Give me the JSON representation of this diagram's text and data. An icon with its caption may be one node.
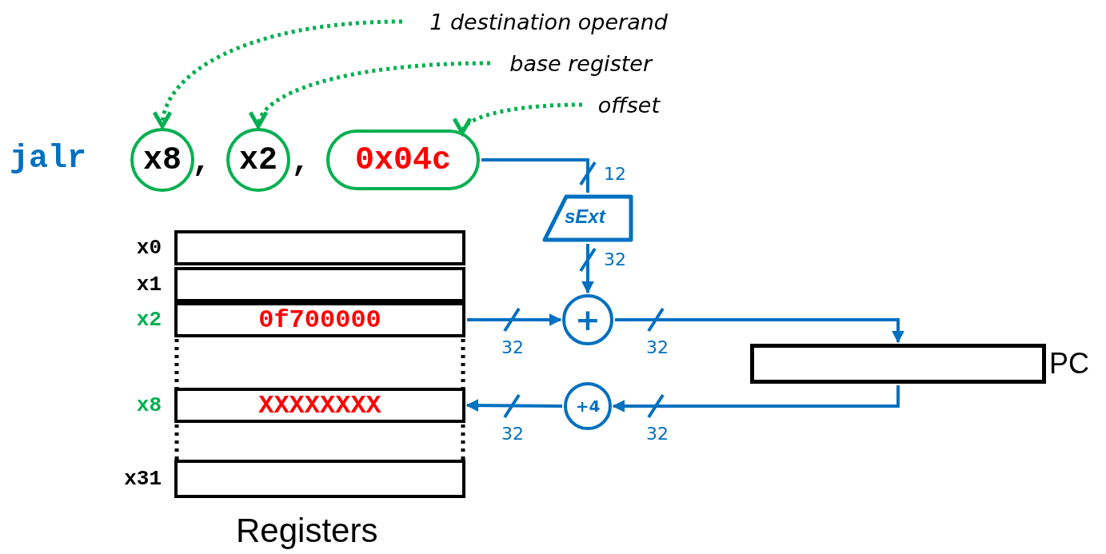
{
  "diagram": {
    "nodes": [
      {
        "text": [
          "1 destination operand"
        ]
      },
      {
        "text": [
          "base register"
        ]
      },
      {
        "text": [
          "offset"
        ]
      },
      {
        "text": [
          "x8"
        ]
      },
      {
        "text": [
          "x2"
        ]
      },
      {
        "text": [
          "0x04c"
        ]
      },
      {
        "text": [
          "sExt"
        ]
      },
      {
        "text": [
          "Registers"
        ]
      },
      {
        "text": [],
        "shape": "box",
        "beside": [
          "x0"
        ],
        "in": 7
      },
      {
        "text": [],
        "shape": "box",
        "beside": [
          "x1"
        ],
        "in": 7
      },
      {
        "text": [
          "0f700000"
        ],
        "beside": [
          "x2"
        ],
        "in": 7
      },
      {
        "text": [
          "XXXXXXXX"
        ],
        "beside": [
          "x8"
        ],
        "in": 7
      },
      {
        "text": [],
        "shape": "box",
        "beside": [
          "x31"
        ],
        "in": 7
      },
      {
        "text": [
          "+"
        ]
      },
      {
        "text": [
          "PC"
        ]
      },
      {
        "text": [
          "+4"
        ]
      }
    ],
    "edges": [
      {
        "from": 0,
        "to": 3,
        "arrow": "to",
        "style": "dashed",
        "color": "#00b050"
      },
      {
        "from": 1,
        "to": 4,
        "arrow": "to",
        "style": "dashed",
        "color": "#00b050"
      },
      {
        "from": 2,
        "to": 5,
        "arrow": "to",
        "style": "dashed",
        "color": "#00b050"
      },
      {
        "from": 5,
        "to": 6,
        "arrow": "none",
        "label": "12"
      },
      {
        "from": 6,
        "to": 13,
        "arrow": "to",
        "label": "32"
      },
      {
        "from": 10,
        "to": 13,
        "arrow": "to",
        "label": "32"
      },
      {
        "from": 13,
        "to": 14,
        "arrow": "to",
        "label": "32"
      },
      {
        "from": 14,
        "to": 15,
        "arrow": "to",
        "label": "32"
      },
      {
        "from": 15,
        "to": 11,
        "arrow": "to",
        "label": "32"
      }
    ],
    "labels": [
      "jalr",
      ",",
      ","
    ]
  }
}
